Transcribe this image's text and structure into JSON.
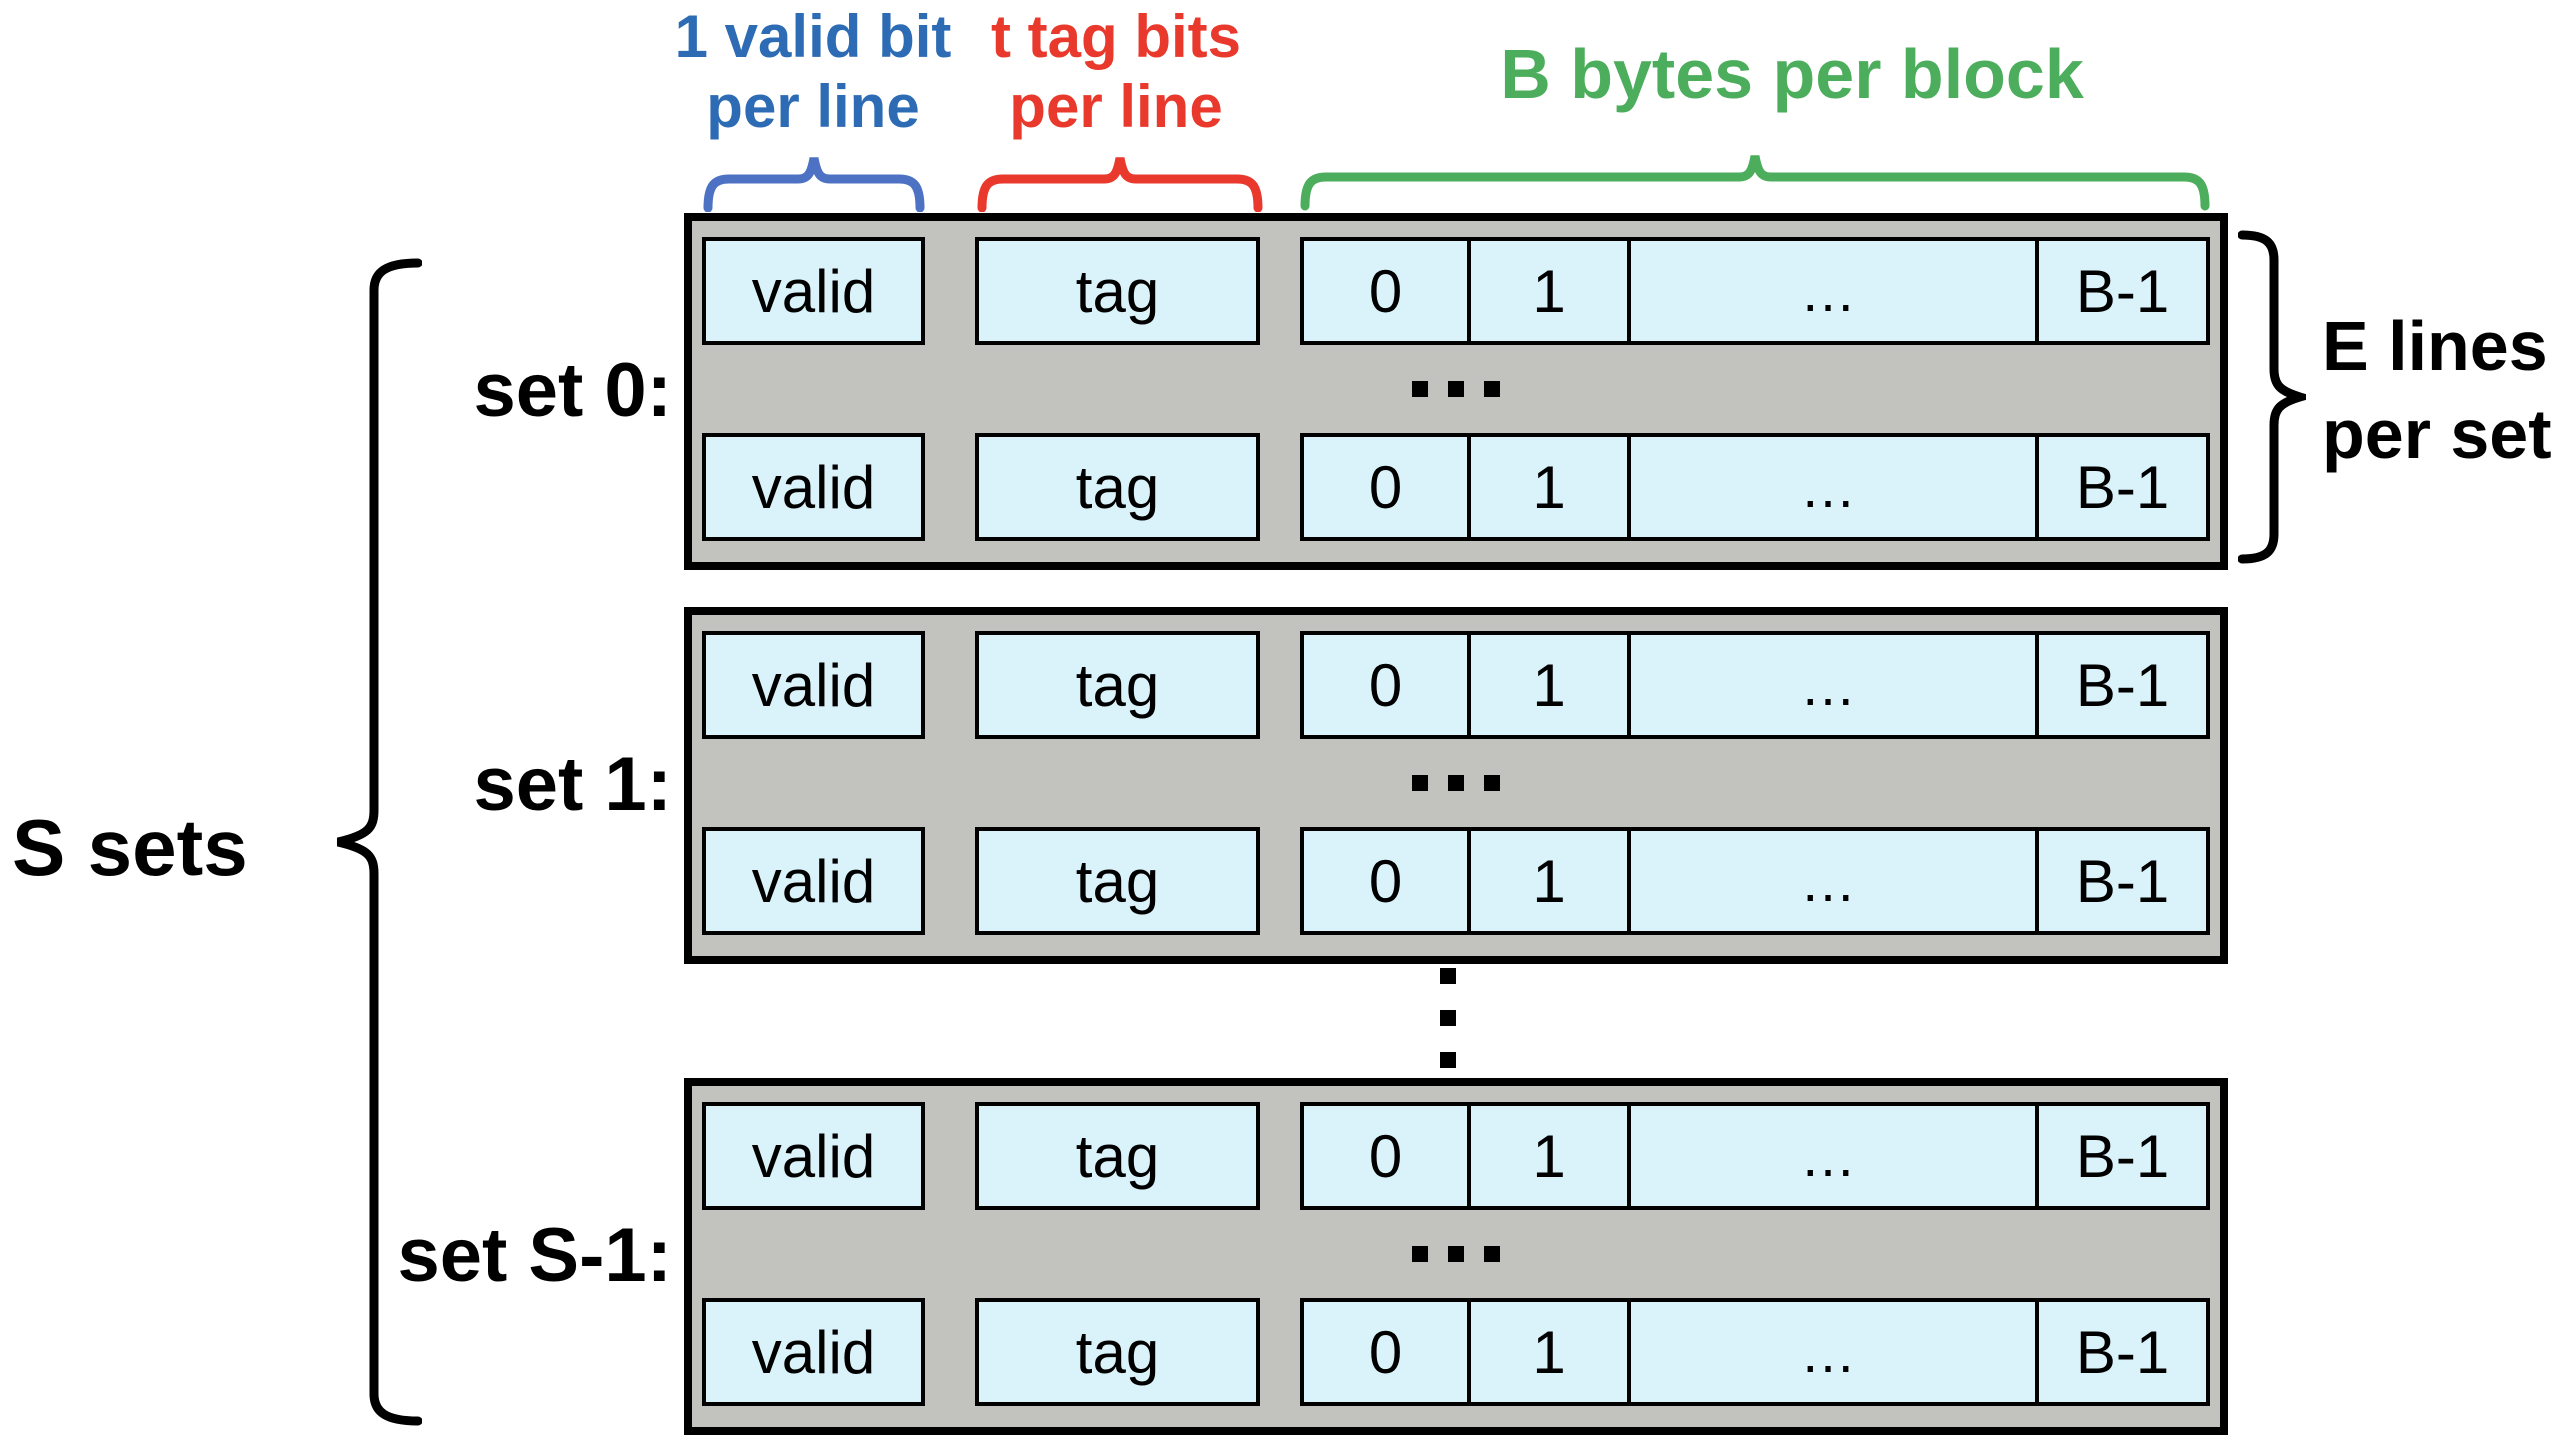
{
  "top_labels": {
    "valid_bits": {
      "line1": "1 valid bit",
      "line2": "per line"
    },
    "tag_bits": {
      "line1": "t tag bits",
      "line2": "per line"
    },
    "block_bytes": "B bytes per block"
  },
  "left_label": "S sets",
  "right_label": {
    "line1": "E lines",
    "line2": "per set"
  },
  "set_labels": [
    "set 0:",
    "set 1:",
    "set S-1:"
  ],
  "cells": {
    "valid": "valid",
    "tag": "tag",
    "byte_first": "0",
    "byte_second": "1",
    "byte_ellipsis": "…",
    "byte_last": "B-1"
  },
  "colors": {
    "valid_label_blue": "#2d6cb4",
    "valid_brace_blue": "#4d72c4",
    "tag_red": "#e8392c",
    "block_green": "#4cae5c",
    "set_box_fill": "#c2c2be",
    "cell_fill": "#daf2f9",
    "outline_black": "#000000"
  }
}
